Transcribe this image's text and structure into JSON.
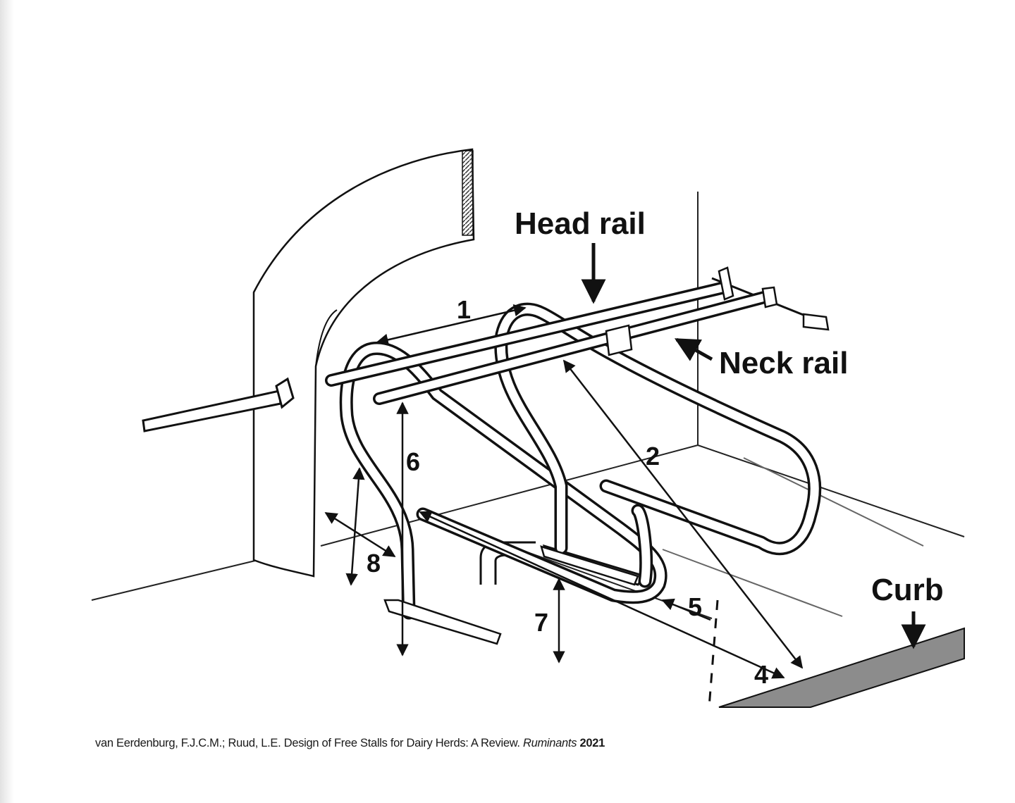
{
  "labels": {
    "head_rail": "Head rail",
    "neck_rail": "Neck rail",
    "curb": "Curb"
  },
  "dimensions": [
    "1",
    "2",
    "4",
    "5",
    "6",
    "7",
    "8"
  ],
  "citation": {
    "text": "van Eerdenburg, F.J.C.M.; Ruud, L.E. Design of Free Stalls for Dairy Herds: A Review.",
    "journal": "Ruminants",
    "year": "2021"
  },
  "colors": {
    "line": "#111111",
    "curb_fill": "#8c8c8c",
    "background": "#ffffff"
  }
}
